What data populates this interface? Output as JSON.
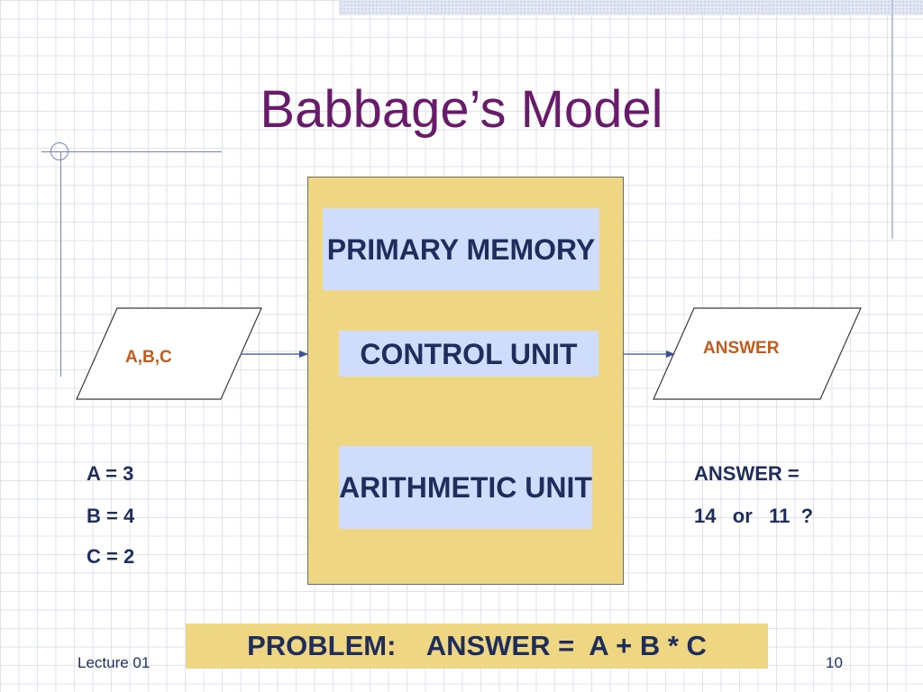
{
  "title": "Babbage’s Model",
  "blocks": {
    "primary_memory": "PRIMARY MEMORY",
    "control_unit": "CONTROL UNIT",
    "arithmetic_unit": "ARITHMETIC UNIT"
  },
  "input": {
    "label": "A,B,C"
  },
  "output": {
    "label": "ANSWER"
  },
  "variables": {
    "a": "A = 3",
    "b": "B = 4",
    "c": "C = 2"
  },
  "answer": {
    "line1": "ANSWER =",
    "line2": "14   or   11  ?"
  },
  "problem": "PROBLEM:    ANSWER =  A + B * C",
  "footer": {
    "left": "Lecture 01",
    "page_number": "10"
  },
  "colors": {
    "title": "#6a1a6a",
    "cpu_fill": "#efd683",
    "unit_fill": "#cfdcfb",
    "text_navy": "#1f2d5c",
    "io_label": "#c45a1c"
  }
}
